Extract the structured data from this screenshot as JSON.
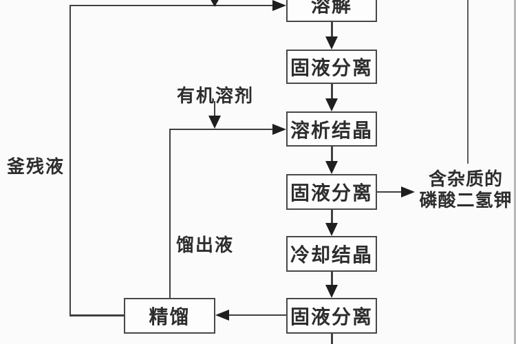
{
  "diagram": {
    "type": "process-flowchart",
    "boxes": [
      {
        "id": "dissolve",
        "label": "溶解"
      },
      {
        "id": "solid-liquid-separation-1",
        "label": "固液分离"
      },
      {
        "id": "solvent-out-crystallization",
        "label": "溶析结晶"
      },
      {
        "id": "solid-liquid-separation-2",
        "label": "固液分离"
      },
      {
        "id": "cooling-crystallization",
        "label": "冷却结晶"
      },
      {
        "id": "solid-liquid-separation-3",
        "label": "固液分离"
      },
      {
        "id": "distillation",
        "label": "精馏"
      }
    ],
    "annotations": [
      {
        "id": "still-residue",
        "text": "釜残液"
      },
      {
        "id": "organic-solvent",
        "text": "有机溶剂"
      },
      {
        "id": "distillate",
        "text": "馏出液"
      },
      {
        "id": "impure-product-line1",
        "text": "含杂质的"
      },
      {
        "id": "impure-product-line2",
        "text": "磷酸二氢钾"
      }
    ],
    "edges": [
      {
        "from": "top-input",
        "to": "return-line",
        "label": ""
      },
      {
        "from": "distillation",
        "to": "dissolve",
        "label": "釜残液"
      },
      {
        "from": "dissolve",
        "to": "solid-liquid-separation-1",
        "label": ""
      },
      {
        "from": "solid-liquid-separation-1",
        "to": "solvent-out-crystallization",
        "label": ""
      },
      {
        "from": "organic-solvent",
        "to": "solvent-out-crystallization",
        "label": "有机溶剂"
      },
      {
        "from": "distillation",
        "to": "solvent-out-crystallization",
        "label": "馏出液"
      },
      {
        "from": "solvent-out-crystallization",
        "to": "solid-liquid-separation-2",
        "label": ""
      },
      {
        "from": "solid-liquid-separation-2",
        "to": "impure-product",
        "label": "含杂质的磷酸二氢钾"
      },
      {
        "from": "solid-liquid-separation-2",
        "to": "cooling-crystallization",
        "label": ""
      },
      {
        "from": "cooling-crystallization",
        "to": "solid-liquid-separation-3",
        "label": ""
      },
      {
        "from": "solid-liquid-separation-3",
        "to": "distillation",
        "label": ""
      },
      {
        "from": "solid-liquid-separation-3",
        "to": "bottom-output",
        "label": ""
      }
    ],
    "colors": {
      "line": "#3f3f3f",
      "box_border": "#474747",
      "arrowhead": "#1f1f1f",
      "text": "#2d2d2d",
      "background": "#fbfbfb",
      "edge_strip": "#b8b8b8"
    }
  }
}
